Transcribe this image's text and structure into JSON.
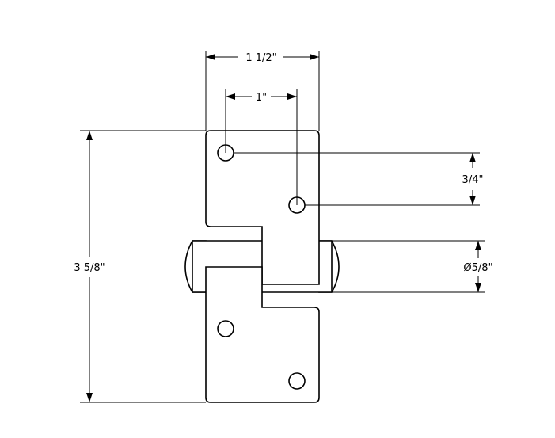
{
  "dimensions": {
    "overall_width": "1 1/2\"",
    "hole_spacing_horizontal": "1\"",
    "hole_spacing_vertical": "3/4\"",
    "pin_diameter": "Ø5/8\"",
    "overall_height": "3 5/8\""
  }
}
